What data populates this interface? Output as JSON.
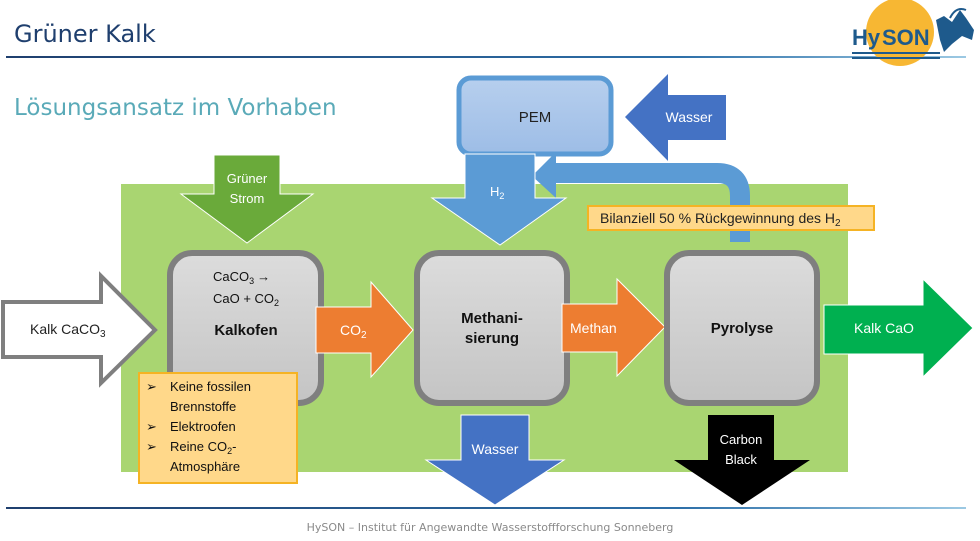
{
  "header": {
    "title": "Grüner Kalk",
    "subtitle": "Lösungsansatz im Vorhaben",
    "logo": {
      "text_hy": "Hy",
      "text_son": "SON",
      "icon": "hyson-logo-icon"
    }
  },
  "diagram": {
    "nodes": {
      "pem": {
        "label": "PEM"
      },
      "kalkofen": {
        "reaction_line1": "CaCO",
        "reaction_line1_sub": "3",
        "reaction_arrow": "→",
        "reaction_line2": "CaO + CO",
        "reaction_line2_sub": "2",
        "label": "Kalkofen"
      },
      "methanisierung": {
        "label_line1": "Methani-",
        "label_line2": "sierung"
      },
      "pyrolyse": {
        "label": "Pyrolyse"
      }
    },
    "arrows": {
      "wasser_in": {
        "label": "Wasser",
        "color": "#4472c4"
      },
      "gruener_strom": {
        "label_line1": "Grüner",
        "label_line2": "Strom",
        "color": "#6aaa3a"
      },
      "h2": {
        "label": "H",
        "label_sub": "2",
        "color": "#5b9bd5"
      },
      "kalk_caco3": {
        "label": "Kalk CaCO",
        "label_sub": "3"
      },
      "co2": {
        "label": "CO",
        "label_sub": "2",
        "color": "#ed7d31"
      },
      "methan": {
        "label": "Methan",
        "color": "#ed7d31"
      },
      "kalk_cao": {
        "label": "Kalk CaO",
        "color": "#00b050"
      },
      "wasser_out": {
        "label": "Wasser",
        "color": "#4472c4"
      },
      "carbon_black": {
        "label_line1": "Carbon",
        "label_line2": "Black",
        "color": "#000000"
      }
    },
    "recycle_note": {
      "text": "Bilanziell 50 % Rückgewinnung  des H",
      "sub": "2"
    },
    "kalkofen_notes": [
      {
        "bullet": "➢",
        "line1": "Keine fossilen",
        "line2": "Brennstoffe"
      },
      {
        "bullet": "➢",
        "line1": "Elektroofen"
      },
      {
        "bullet": "➢",
        "line1": "Reine CO",
        "sub": "2",
        "line1_suffix": "-",
        "line2": "Atmosphäre"
      }
    ],
    "colors": {
      "process_area": "#a9d571",
      "node_fill": "#d0d0d0",
      "node_border": "#7f7f7f",
      "note_fill": "#ffd88a",
      "note_border": "#f5b324"
    }
  },
  "footer": {
    "text": "HySON – Institut für Angewandte Wasserstoffforschung Sonneberg"
  }
}
